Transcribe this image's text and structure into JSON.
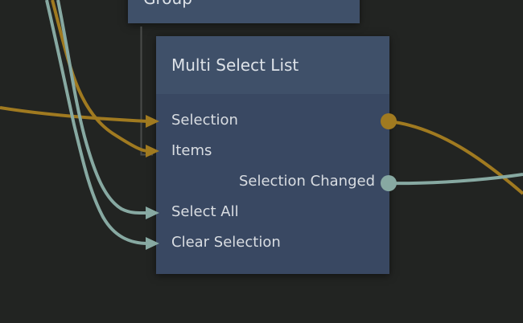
{
  "editor": {
    "kind": "node-graph-canvas",
    "colors": {
      "background": "#222422",
      "node_header": "#3f5069",
      "node_body": "#394862",
      "text": "#d9dde2",
      "gold_wire": "#a07a20",
      "teal_wire": "#87a9a2",
      "gray_link": "#4a4c4a"
    }
  },
  "nodes": [
    {
      "title": "Group"
    },
    {
      "title": "Multi Select List",
      "rows": [
        {
          "label": "Selection",
          "side": "input",
          "wire_color": "#a07a20"
        },
        {
          "label": "Items",
          "side": "input",
          "wire_color": "#a07a20"
        },
        {
          "label": "Selection Changed",
          "side": "output",
          "wire_color": "#87a9a2"
        },
        {
          "label": "Select All",
          "side": "input",
          "wire_color": "#87a9a2"
        },
        {
          "label": "Clear Selection",
          "side": "input",
          "wire_color": "#87a9a2"
        }
      ],
      "output_port_markers": [
        {
          "at_row": "Selection",
          "shape": "circle",
          "color": "#a07a20"
        },
        {
          "at_row": "Selection Changed",
          "shape": "circle",
          "color": "#87a9a2"
        }
      ]
    }
  ]
}
